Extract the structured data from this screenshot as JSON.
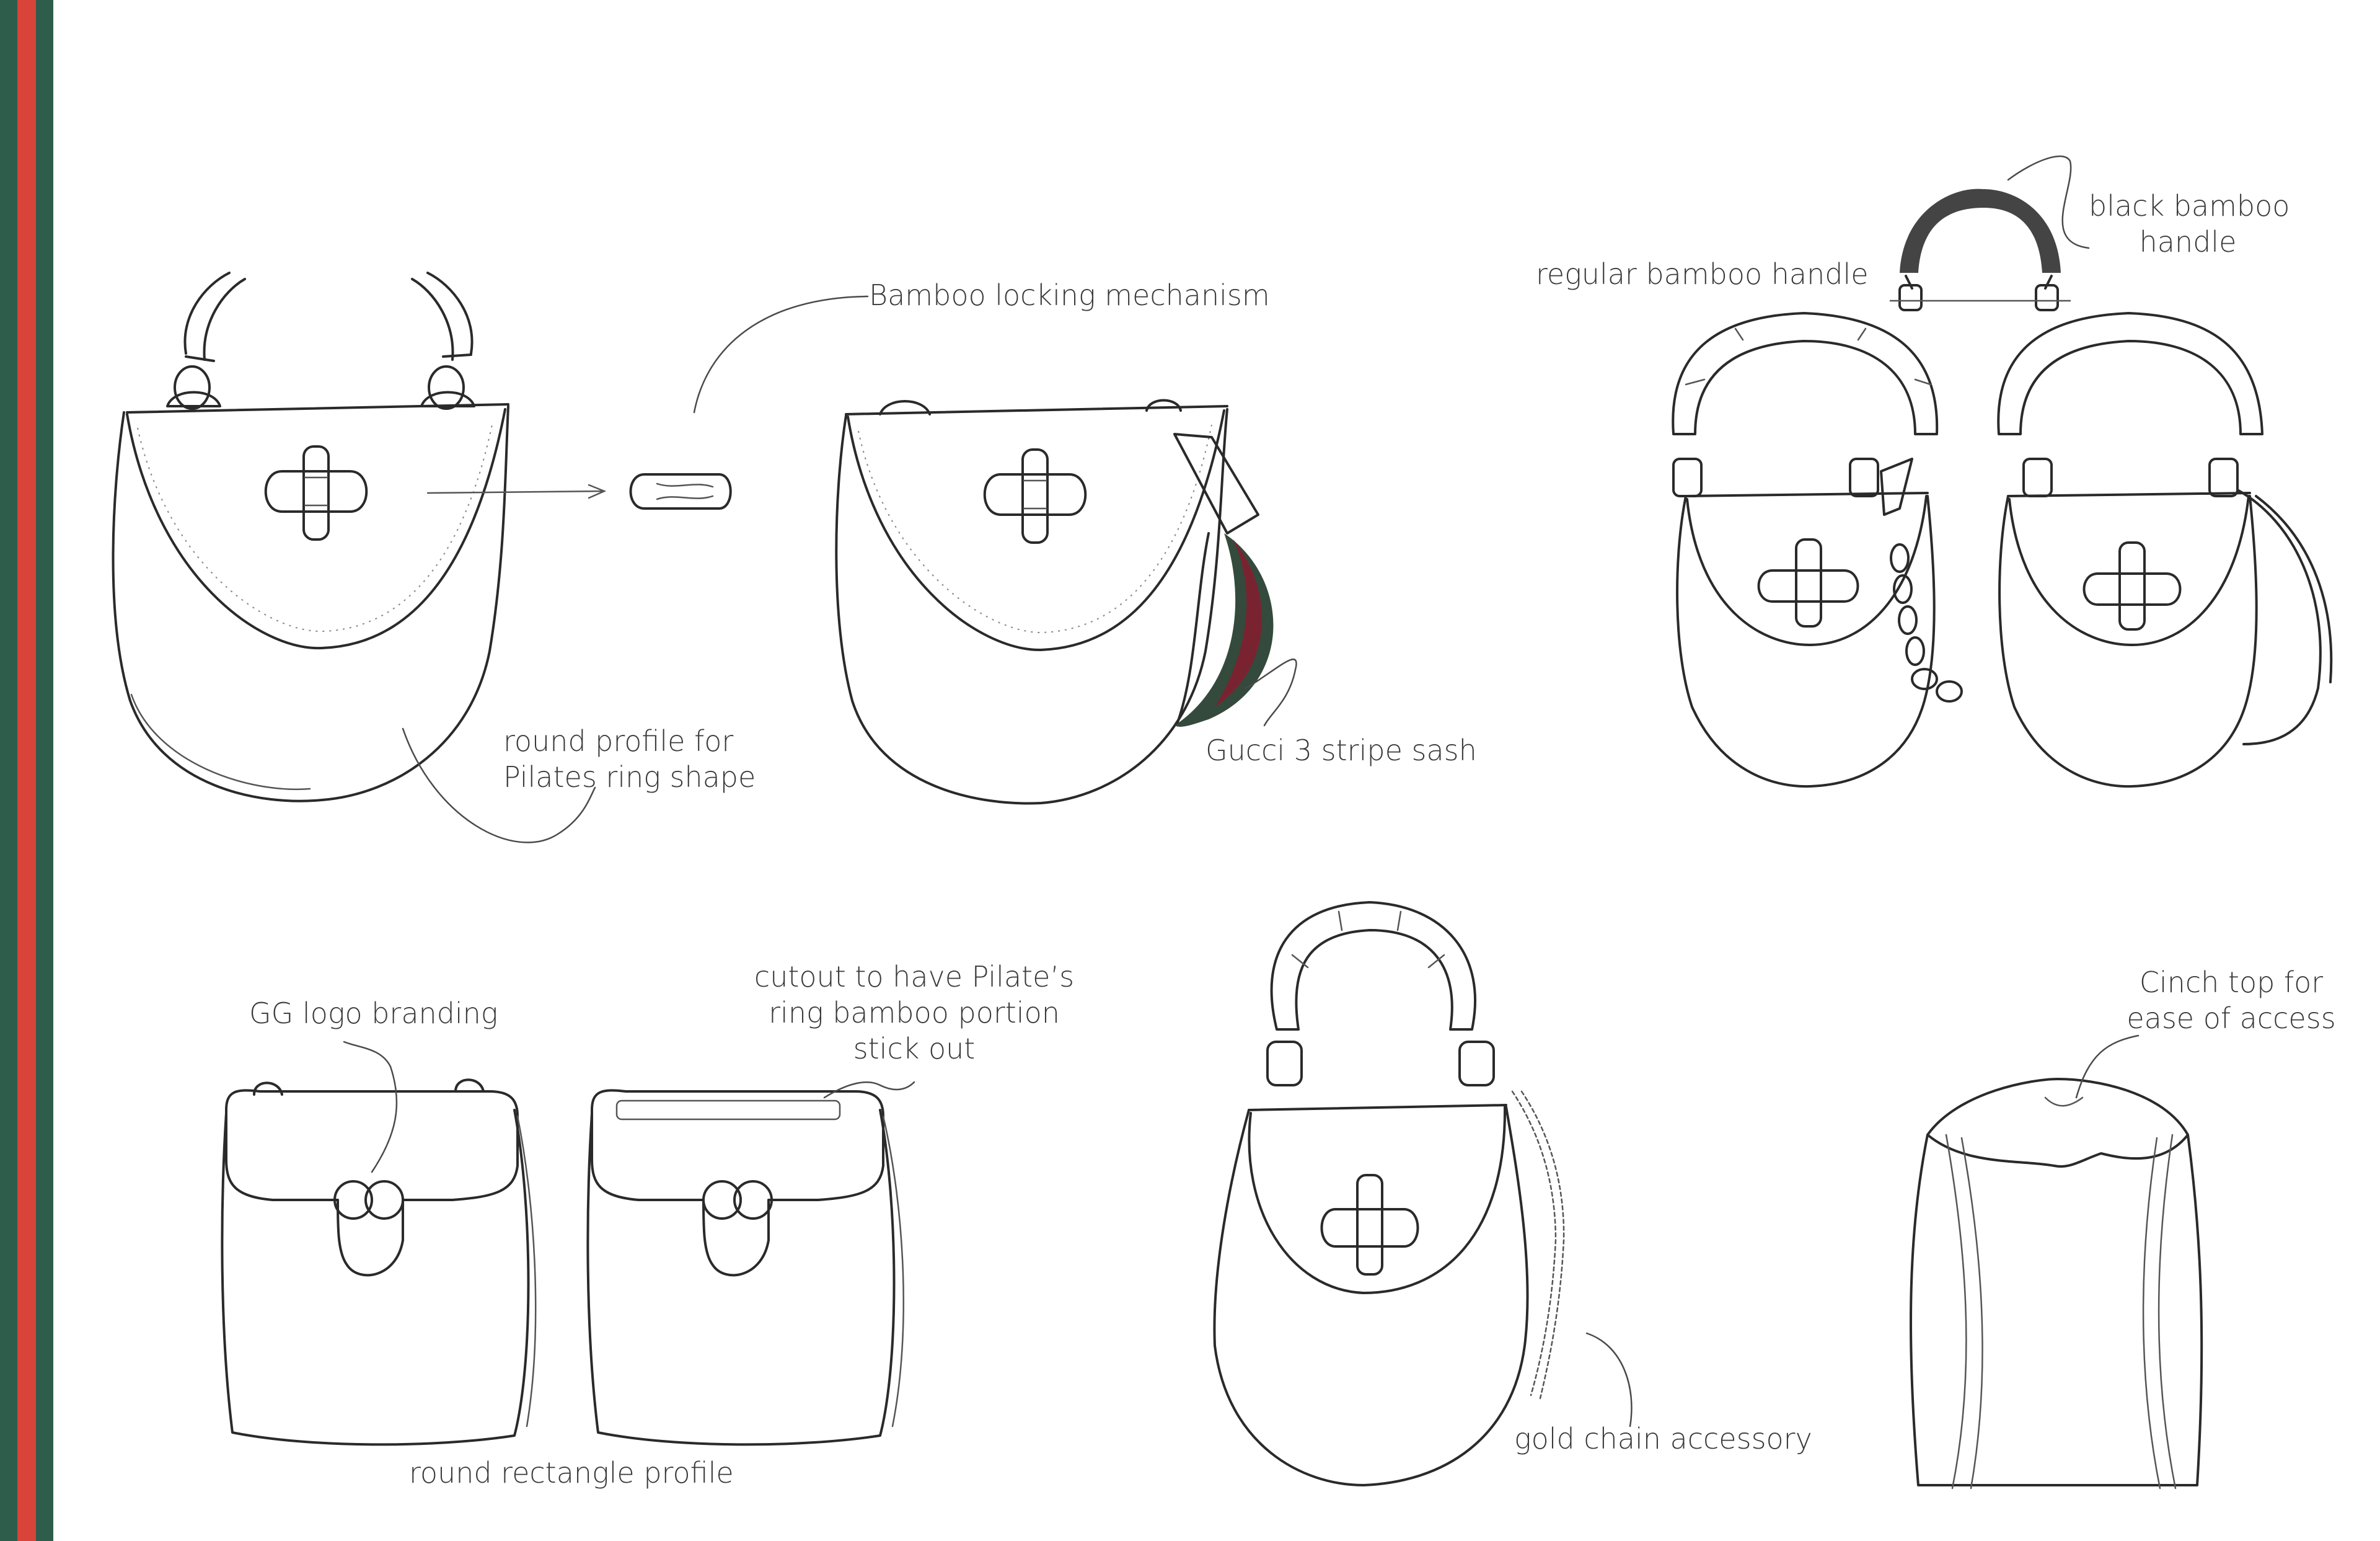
{
  "colors": {
    "stripe_green": "#2f5d4c",
    "stripe_red": "#d8433a",
    "sash_green": "#344a3c",
    "sash_red": "#7a2330",
    "black_handle": "#444444"
  },
  "labels": {
    "bamboo_locking": "Bamboo locking mechanism",
    "round_profile": [
      "round profile for",
      "Pilates ring shape"
    ],
    "gucci_sash": "Gucci 3 stripe sash",
    "regular_handle": "regular bamboo handle",
    "black_handle": [
      "black bamboo",
      "handle"
    ],
    "gg_logo": "GG logo branding",
    "cutout": [
      "cutout to have Pilate’s",
      "ring bamboo portion",
      "stick out"
    ],
    "round_rect": "round rectangle profile",
    "gold_chain": "gold chain accessory",
    "cinch_top": [
      "Cinch top for",
      "ease of access"
    ]
  }
}
